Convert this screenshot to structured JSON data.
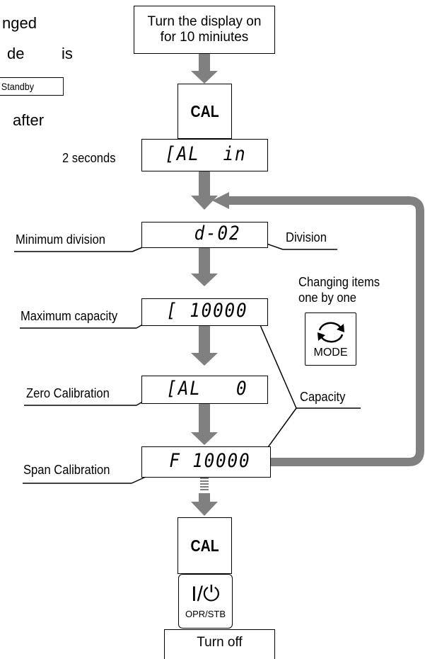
{
  "left_text": {
    "line1": "nged",
    "line2a": "de",
    "line2b": "is",
    "standby": "Standby",
    "line4": "after"
  },
  "steps": {
    "start": "Turn the display on\nfor 10 miniutes",
    "cal_key_top": "CAL",
    "hold_label": "2 seconds",
    "display_cal_in": "[AL  in",
    "display_division": "d-02",
    "display_capacity": "[ 10000",
    "display_zero": "[AL   0",
    "display_span": "F 10000",
    "cal_key_bottom": "CAL",
    "power_key_symbol": "I/⏻",
    "power_key_label": "OPR/STB",
    "end": "Turn off"
  },
  "labels": {
    "minimum_division": "Minimum division",
    "division": "Division",
    "maximum_capacity": "Maximum capacity",
    "changing_items": "Changing items\none by one",
    "mode_key": "MODE",
    "zero_calibration": "Zero Calibration",
    "capacity": "Capacity",
    "span_calibration": "Span Calibration"
  },
  "colors": {
    "arrow": "#808080",
    "line": "#000000"
  }
}
